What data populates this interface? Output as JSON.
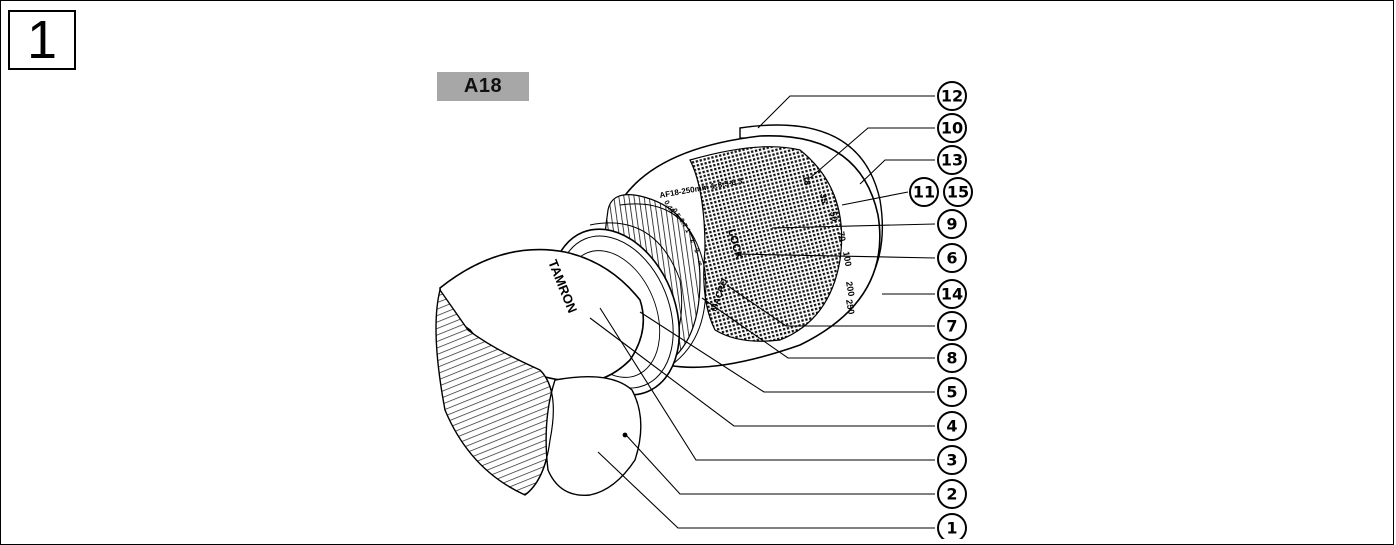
{
  "figure": {
    "number": "1",
    "model": "A18"
  },
  "lens_markings": {
    "hood_brand": "TAMRON",
    "focal_scale": [
      "18",
      "35",
      "50",
      "70",
      "100",
      "200",
      "250"
    ],
    "distance_scale": [
      "0.45",
      "0.5",
      "0.7",
      "1",
      "2",
      "3",
      "∞"
    ],
    "zoom_lock_mark": "LOCK",
    "barrel_text": "AF18-250mm 1:3.5-6.3",
    "macro_text": "MACRO"
  },
  "callouts": [
    "12",
    "10",
    "13",
    "11",
    "15",
    "9",
    "6",
    "14",
    "7",
    "8",
    "5",
    "4",
    "3",
    "2",
    "1"
  ],
  "colors": {
    "ink": "#000000",
    "tag": "#a7a7a7",
    "paper": "#ffffff"
  }
}
